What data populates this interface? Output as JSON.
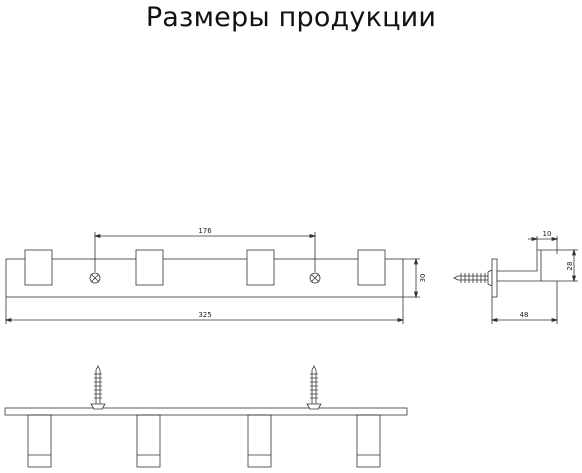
{
  "title": "Размеры продукции",
  "dimensions": {
    "screw_spacing": "176",
    "total_length": "325",
    "height": "30",
    "depth": "48",
    "hook_width": "10",
    "hook_height": "28"
  }
}
